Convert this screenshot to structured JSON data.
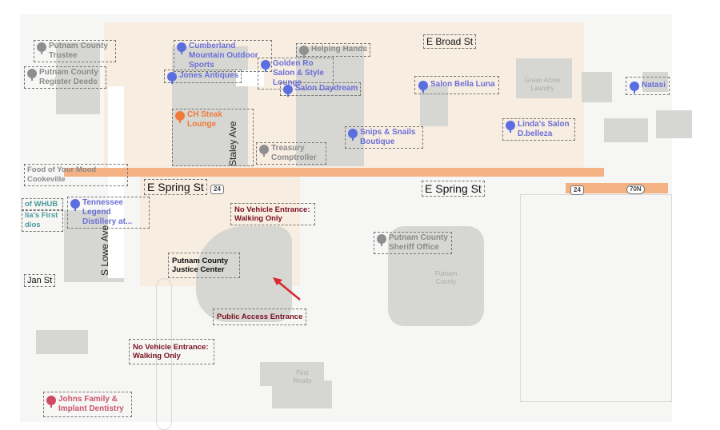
{
  "streets": {
    "e_broad": "E Broad St",
    "e_spring_west": "E Spring St",
    "e_spring_east": "E Spring St",
    "staley": "Staley Ave",
    "s_lowe": "S Lowe Ave",
    "jan": "Jan St"
  },
  "shields": {
    "route24_west": "24",
    "route24_east": "24",
    "us70n": "70N"
  },
  "places": {
    "trustee": "Putnam County Trustee",
    "register": "Putnam County Register Deeds",
    "cumberland": "Cumberland Mountain Outdoor Sports",
    "helping": "Helping Hands",
    "golden": "Golden Ro Salon & Style Lounge",
    "jones": "Jones Antiques",
    "daydream": "Salon Daydream",
    "bella": "Salon Bella Luna",
    "natasi": "Natasi",
    "steak": "CH Steak Lounge",
    "treasury": "Treasury Comptroller",
    "snips": "Snips & Snails Boutique",
    "linda": "Linda's Salon D.belleza",
    "food": "Food of Your Mood Cookeville",
    "whub": "of WHUB",
    "studios": "lia's First dios",
    "distillery": "Tennessee Legend Distillery at...",
    "sheriff": "Putnam County Sheriff Office",
    "dentistry": "Johns Family & Implant Dentistry",
    "laundry": "Green Acres Laundry",
    "putnam_county": "Putnam County",
    "realty": "First Realty"
  },
  "annotations": {
    "justice_center": "Putnam County Justice Center",
    "no_vehicle_1": "No Vehicle Entrance: Walking Only",
    "no_vehicle_2": "No Vehicle Entrance: Walking Only",
    "public_access": "Public Access Entrance"
  },
  "colors": {
    "highway": "#f4b183",
    "arrow": "#d9262f",
    "poi_blue": "#5b6ee0"
  }
}
